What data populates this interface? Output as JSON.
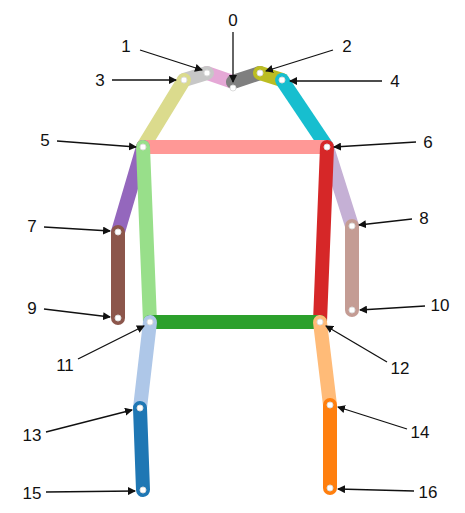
{
  "diagram": {
    "labels": [
      "0",
      "1",
      "2",
      "3",
      "4",
      "5",
      "6",
      "7",
      "8",
      "9",
      "10",
      "11",
      "12",
      "13",
      "14",
      "15",
      "16"
    ]
  }
}
